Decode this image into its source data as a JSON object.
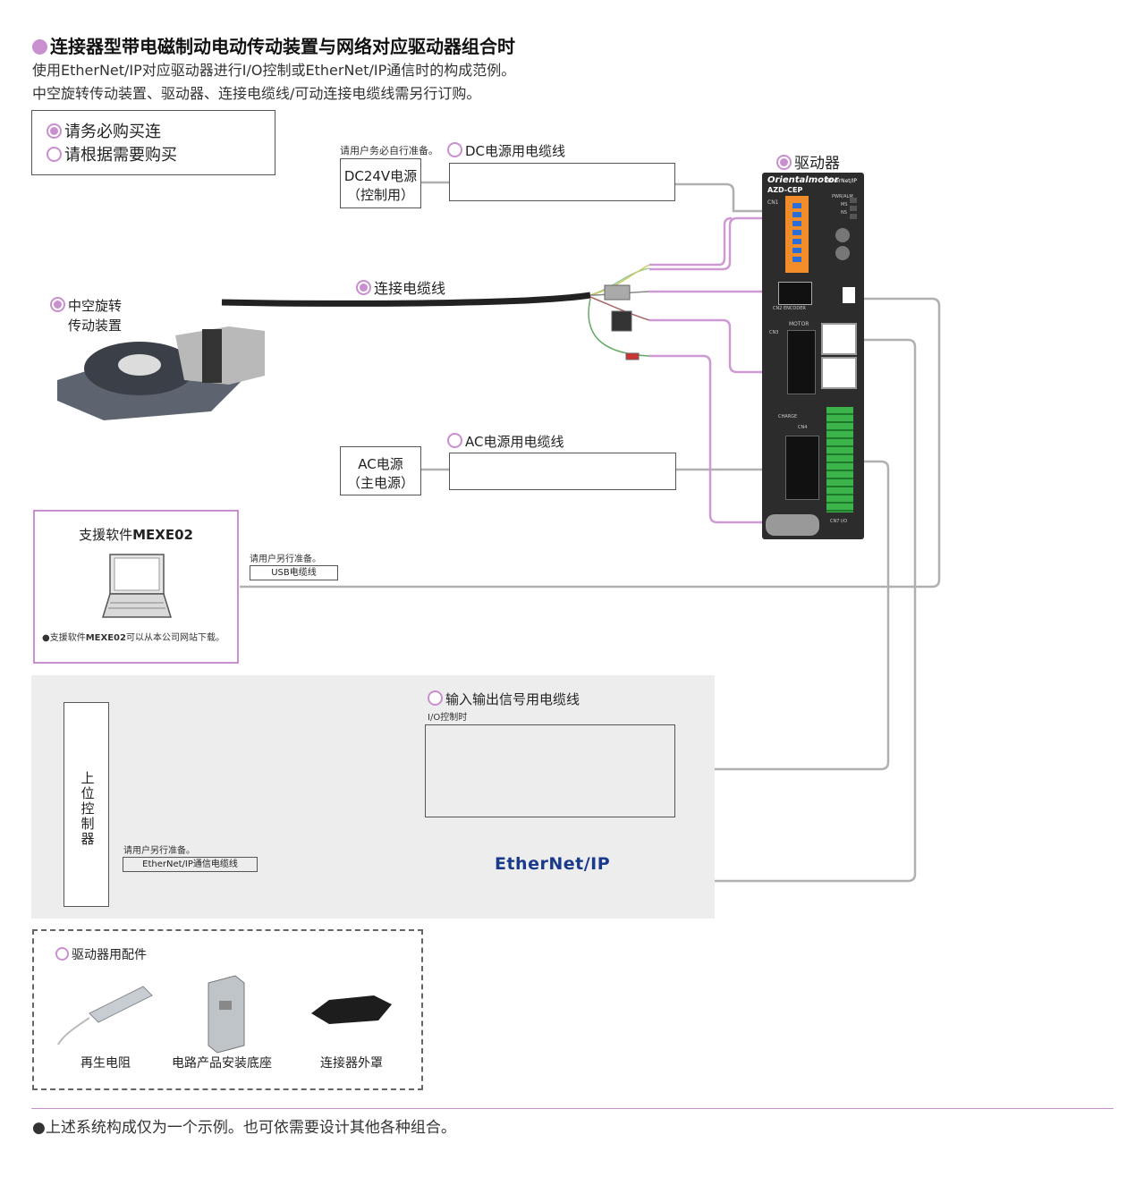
{
  "header": {
    "title": "连接器型带电磁制动电动传动装置与网络对应驱动器组合时",
    "line1": "使用EtherNet/IP对应驱动器进行I/O控制或EtherNet/IP通信时的构成范例。",
    "line2": "中空旋转传动装置、驱动器、连接电缆线/可动连接电缆线需另行订购。"
  },
  "legend": {
    "required": "请务必购买连",
    "optional": "请根据需要购买"
  },
  "dc_power": {
    "note": "请用户务必自行准备。",
    "label": "DC24V电源",
    "sub": "（控制用）",
    "cable": "DC电源用电缆线"
  },
  "driver": {
    "label": "驱动器",
    "brand": "Orientalmotor",
    "model": "AZD-CEP",
    "net": "EtherNet/IP",
    "ports": {
      "cn1": "CN1",
      "cn2": "CN2",
      "encoder": "ENCODER",
      "motor": "MOTOR",
      "cn3": "CN3",
      "cn4": "CN4",
      "cn7": "CN7 I/O",
      "charge": "CHARGE",
      "pwr": "PWR/ALM",
      "ms": "MS",
      "ns": "NS"
    }
  },
  "actuator": {
    "label1": "中空旋转",
    "label2": "传动装置"
  },
  "cable_main": "连接电缆线",
  "ac_power": {
    "label": "AC电源",
    "sub": "（主电源）",
    "cable": "AC电源用电缆线"
  },
  "software": {
    "title_prefix": "支援软件",
    "title_bold": "MEXE02",
    "note_prefix": "●支援软件",
    "note_bold": "MEXE02",
    "note_suffix": "可以从本公司网站下载。",
    "usb_note": "请用户另行准备。",
    "usb_cable": "USB电缆线"
  },
  "io_cable": {
    "label": "输入输出信号用电缆线",
    "sub": "I/O控制时"
  },
  "controller": {
    "label": "上位控制器"
  },
  "ethernet": {
    "note": "请用户另行准备。",
    "cable": "EtherNet/IP通信电缆线",
    "logo": "EtherNet/IP"
  },
  "accessories": {
    "title": "驱动器用配件",
    "items": [
      {
        "label": "再生电阻"
      },
      {
        "label": "电路产品安装底座"
      },
      {
        "label": "连接器外罩"
      }
    ]
  },
  "footer": "●上述系统构成仅为一个示例。也可依需要设计其他各种组合。",
  "colors": {
    "accent": "#c98fce",
    "line": "#b0b0b0",
    "panel": "#ededed"
  }
}
